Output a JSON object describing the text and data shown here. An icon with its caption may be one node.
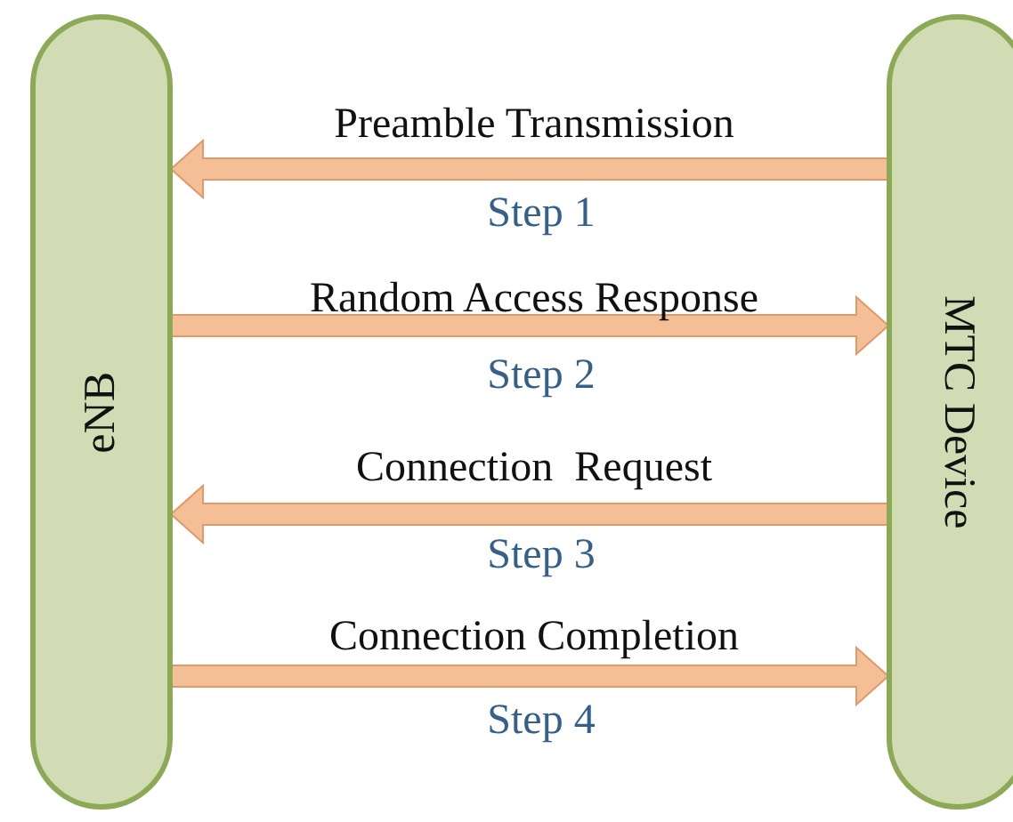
{
  "diagram": {
    "nodes": [
      {
        "text": [
          "eNB"
        ]
      },
      {
        "text": [
          "MTC Device"
        ]
      }
    ],
    "edges": [
      {
        "from": 1,
        "to": 0,
        "arrow": "to",
        "label": "Preamble Transmission"
      },
      {
        "from": 0,
        "to": 1,
        "arrow": "to",
        "label": "Random Access Response"
      },
      {
        "from": 1,
        "to": 0,
        "arrow": "to",
        "label": "Connection  Request"
      },
      {
        "from": 0,
        "to": 1,
        "arrow": "to",
        "label": "Connection Completion"
      }
    ],
    "labels": [
      "Step 1",
      "Step 2",
      "Step 3",
      "Step 4"
    ]
  }
}
